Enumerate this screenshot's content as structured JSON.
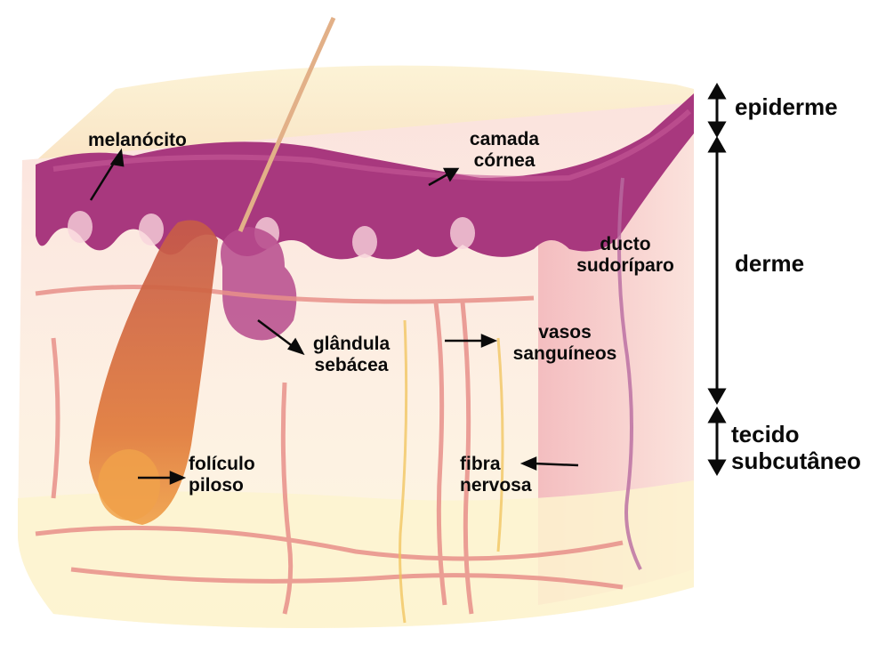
{
  "labels": {
    "melanocito": "melanócito",
    "camada_line1": "camada",
    "camada_line2": "córnea",
    "ducto_line1": "ducto",
    "ducto_line2": "sudoríparo",
    "glandula_line1": "glândula",
    "glandula_line2": "sebácea",
    "vasos_line1": "vasos",
    "vasos_line2": "sanguíneos",
    "foliculo_line1": "folículo",
    "foliculo_line2": "piloso",
    "fibra_line1": "fibra",
    "fibra_line2": "nervosa"
  },
  "layers": {
    "epiderme": "epiderme",
    "derme": "derme",
    "tecido_line1": "tecido",
    "tecido_line2": "subcutâneo"
  },
  "colors": {
    "epidermis": "#a8387e",
    "dermis": "#f7cfd3",
    "subcutaneous": "#fdf5d0",
    "vessel": "#e8908a",
    "hair": "#d06a3c",
    "ink": "#0a0a0a"
  }
}
